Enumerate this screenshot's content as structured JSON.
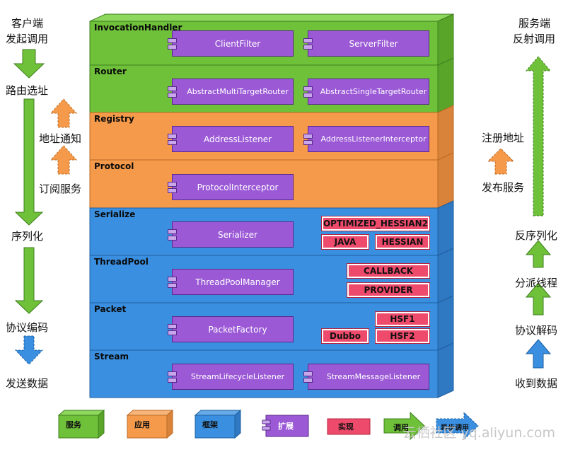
{
  "left": {
    "client_title_1": "客户端",
    "client_title_2": "发起调用",
    "route_select": "路由选址",
    "addr_notify": "地址通知",
    "subscribe": "订阅服务",
    "serialize": "序列化",
    "encode": "协议编码",
    "send": "发送数据"
  },
  "right": {
    "server_title_1": "服务端",
    "server_title_2": "反射调用",
    "register": "注册地址",
    "publish": "发布服务",
    "deserialize": "反序列化",
    "dispatch": "分派线程",
    "decode": "协议解码",
    "receive": "收到数据"
  },
  "layers": [
    {
      "title": "InvocationHandler",
      "color": "#6fc13a",
      "components": [
        "ClientFilter",
        "ServerFilter"
      ]
    },
    {
      "title": "Router",
      "color": "#6fc13a",
      "components": [
        "AbstractMultiTargetRouter",
        "AbstractSingleTargetRouter"
      ]
    },
    {
      "title": "Registry",
      "color": "#f59a4a",
      "components": [
        "AddressListener",
        "AddressListenerInterceptor"
      ]
    },
    {
      "title": "Protocol",
      "color": "#f59a4a",
      "components": [
        "ProtocolInterceptor"
      ]
    },
    {
      "title": "Serialize",
      "color": "#3a8fe0",
      "components": [
        "Serializer"
      ],
      "impls": [
        "OPTIMIZED_HESSIAN2",
        "JAVA",
        "HESSIAN"
      ]
    },
    {
      "title": "ThreadPool",
      "color": "#3a8fe0",
      "components": [
        "ThreadPoolManager"
      ],
      "impls": [
        "CALLBACK",
        "PROVIDER"
      ]
    },
    {
      "title": "Packet",
      "color": "#3a8fe0",
      "components": [
        "PacketFactory"
      ],
      "impls": [
        "HSF1",
        "Dubbo",
        "HSF2"
      ]
    },
    {
      "title": "Stream",
      "color": "#3a8fe0",
      "components": [
        "StreamLifecycleListener",
        "StreamMessageListener"
      ]
    }
  ],
  "legend": {
    "service": "服务",
    "application": "应用",
    "framework": "框架",
    "extension": "扩展",
    "implementation": "实现",
    "call": "调用",
    "async_call": "异步调用"
  },
  "colors": {
    "green": "#6fc13a",
    "orange": "#f59a4a",
    "blue": "#3a8fe0",
    "purple": "#9b59d6",
    "red": "#ee4a6b"
  },
  "watermark": "云栖社区 yq.aliyun.com"
}
